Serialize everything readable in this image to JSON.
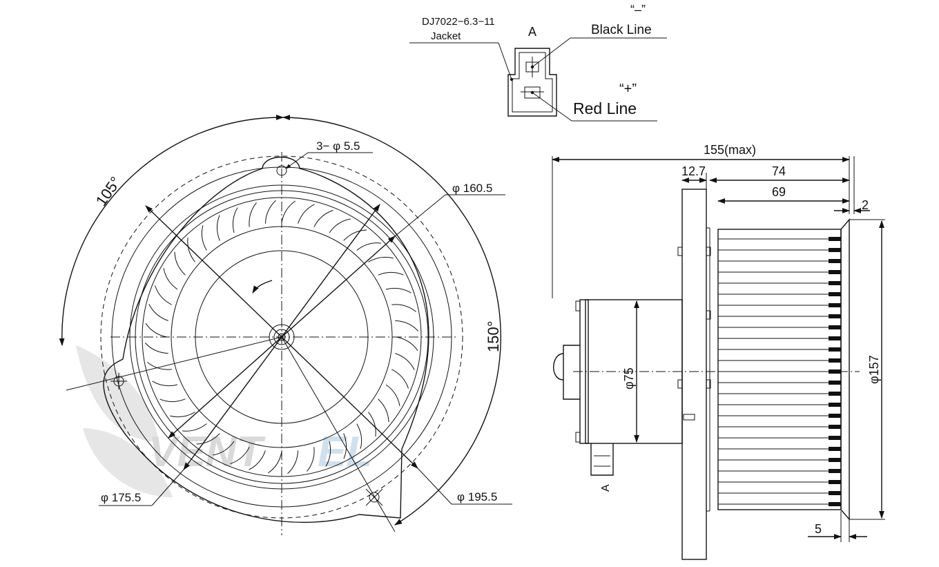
{
  "connector": {
    "part_no": "DJ7022−6.3−11",
    "jacket": "Jacket",
    "view_label": "A",
    "black_symbol": "“–”",
    "black_line": "Black Line",
    "red_symbol": "“+”",
    "red_line": "Red Line"
  },
  "front_view": {
    "holes": "3− φ 5.5",
    "d1": "φ 160.5",
    "d2": "φ 175.5",
    "d3": "φ 195.5",
    "angle1": "105°",
    "angle2": "150°"
  },
  "side_view": {
    "overall": "155(max)",
    "flange": "12.7",
    "len74": "74",
    "len69": "69",
    "gap2": "2",
    "motor_dia": "φ75",
    "wheel_dia": "φ157",
    "rim5": "5",
    "view_mark": "A"
  },
  "watermark": {
    "part1": "VENT",
    "part2": "EL"
  }
}
